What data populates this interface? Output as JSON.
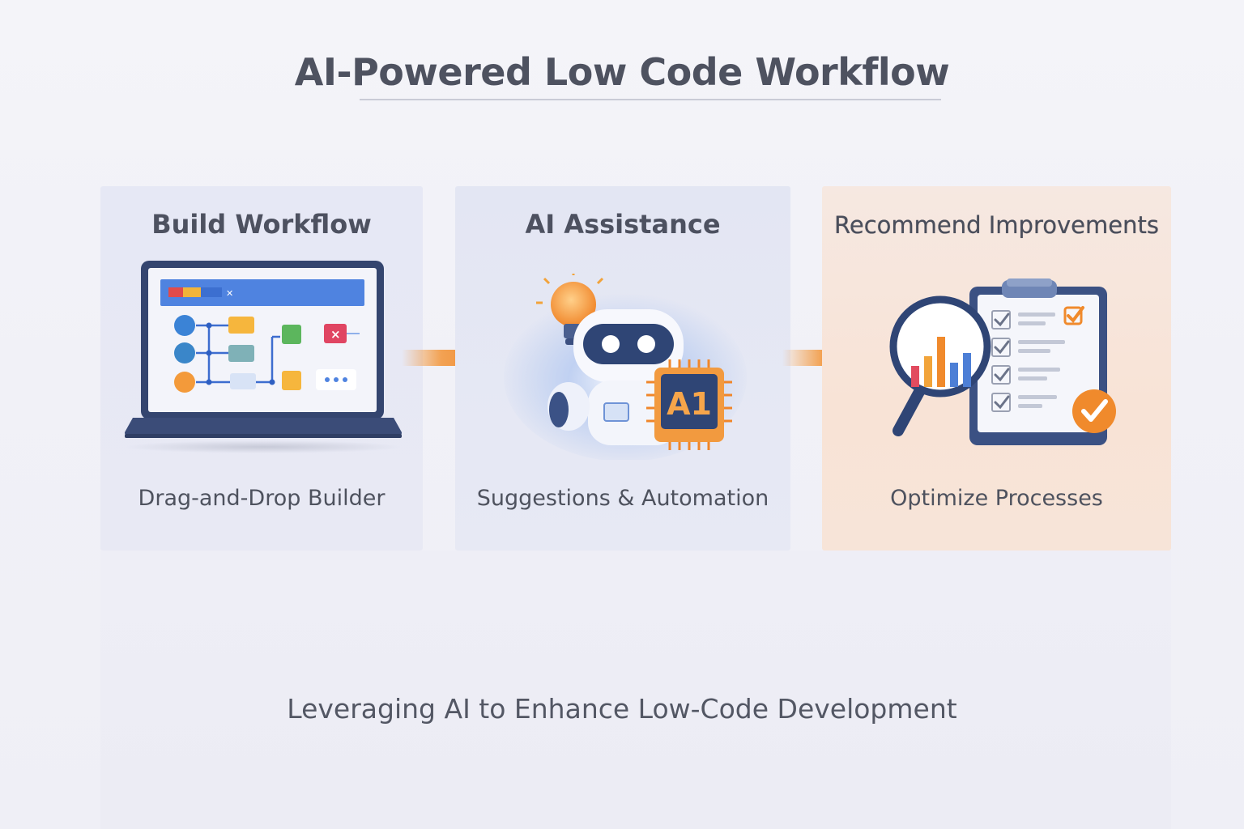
{
  "title": "AI-Powered Low Code Workflow",
  "steps": [
    {
      "title": "Build Workflow",
      "caption": "Drag-and-Drop Builder",
      "icon": "laptop-workflow-builder-icon"
    },
    {
      "title": "AI Assistance",
      "caption": "Suggestions & Automation",
      "icon": "robot-with-ai-chip-icon",
      "chip_label": "A1"
    },
    {
      "title": "Recommend Improvements",
      "caption": "Optimize Processes",
      "icon": "clipboard-magnifier-chart-icon"
    }
  ],
  "tagline": "Leveraging AI to Enhance Low-Code Development",
  "colors": {
    "accent_orange": "#f08a2c",
    "navy": "#3b4f80",
    "blue": "#4d7fd6",
    "title_text": "#4e5260"
  }
}
